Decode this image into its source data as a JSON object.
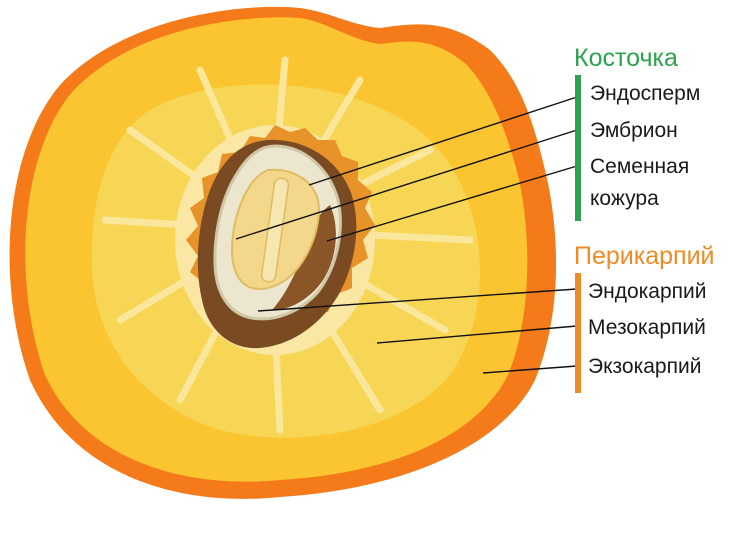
{
  "colors": {
    "seed_group": "#2ba24c",
    "pericarp_group": "#f08a24",
    "label_text": "#1a1a1a",
    "exocarp": "#f47a1a",
    "mesocarp": "#fbc531",
    "mesocarp_light": "#f8e07a",
    "endocarp": "#7a4a22",
    "seed_coat": "#ece6cf",
    "embryo": "#f3d78a"
  },
  "groups": {
    "seed": {
      "title": "Косточка",
      "labels": [
        "Эндосперм",
        "Эмбрион",
        "Семенная",
        "кожура"
      ]
    },
    "pericarp": {
      "title": "Перикарпий",
      "labels": [
        "Эндокарпий",
        "Мезокарпий",
        "Экзокарпий"
      ]
    }
  }
}
